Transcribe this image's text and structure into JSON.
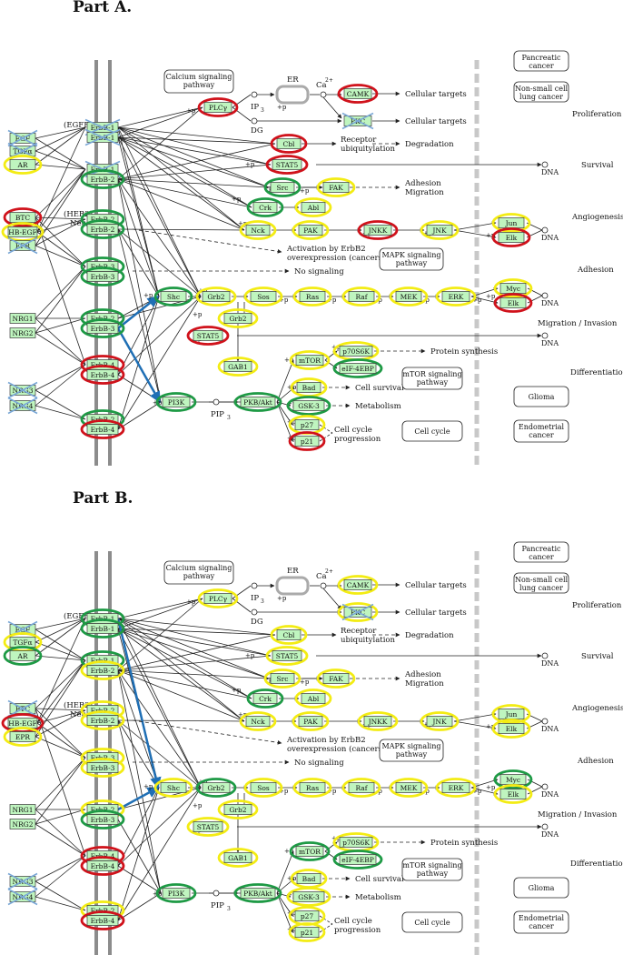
{
  "colors": {
    "node_fill": "#bff5bf",
    "node_stroke": "#3a3a3a",
    "red": "#d0121b",
    "green": "#1e9a45",
    "yellow": "#f3ec14",
    "blue_edge": "#1f6fb5",
    "membrane": "#8c8c8c",
    "dash_bar": "#c8c8c8",
    "cross": "#7aa7d6"
  },
  "parts": [
    {
      "title": "Part A.",
      "rings": {
        "EGF": "none",
        "TGFa": "none",
        "AR": "yellow",
        "BTC": "red",
        "HB-EGF": "yellow",
        "EPR": "none",
        "NRG1": "none",
        "NRG2": "none",
        "NRG3": "none",
        "NRG4": "none",
        "ErbB1a": "none",
        "ErbB1b": "none",
        "ErbB1c": "none",
        "ErbB2a": "green",
        "ErbB2b": "green",
        "ErbB2c": "green",
        "ErbB3a": "green",
        "ErbB3b": "green",
        "ErbB2d": "green",
        "ErbB3c": "green",
        "ErbB4a": "red",
        "ErbB4b": "red",
        "ErbB2e": "green",
        "ErbB4c": "red",
        "PLCg": "red",
        "CAMK": "red",
        "PKC": "none",
        "Cbl": "red",
        "STAT5a": "red",
        "Src": "green",
        "FAK": "yellow",
        "Crk": "green",
        "Abl": "yellow",
        "Nck": "yellow",
        "PAK": "yellow",
        "JNKK": "red",
        "JNK": "yellow",
        "Jun": "yellow",
        "Elk1": "red",
        "Shc": "green",
        "Grb2a": "yellow",
        "Sos": "yellow",
        "Ras": "yellow",
        "Raf": "yellow",
        "MEK": "yellow",
        "ERK": "yellow",
        "Myc": "yellow",
        "Elk2": "red",
        "Grb2b": "yellow",
        "STAT5b": "red",
        "GAB1": "yellow",
        "mTOR": "yellow",
        "p70S6K": "yellow",
        "eIF4EBP": "green",
        "PI3K": "green",
        "PKBAkt": "green",
        "Bad": "yellow",
        "GSK3": "green",
        "p27": "yellow",
        "p21": "red"
      },
      "crossed": [
        "EGF",
        "TGFa",
        "EPR",
        "NRG3",
        "NRG4",
        "ErbB1a",
        "ErbB1b",
        "ErbB1c",
        "PKC"
      ],
      "blue_edges": [
        "ErbB3_Shc",
        "ErbB3_PI3K"
      ]
    },
    {
      "title": "Part B.",
      "rings": {
        "EGF": "none",
        "TGFa": "yellow",
        "AR": "green",
        "BTC": "none",
        "HB-EGF": "red",
        "EPR": "yellow",
        "NRG1": "none",
        "NRG2": "none",
        "NRG3": "none",
        "NRG4": "none",
        "ErbB1a": "green",
        "ErbB1b": "green",
        "ErbB1c": "green",
        "ErbB2a": "yellow",
        "ErbB2b": "yellow",
        "ErbB2c": "yellow",
        "ErbB3a": "yellow",
        "ErbB3b": "yellow",
        "ErbB2d": "yellow",
        "ErbB3c": "green",
        "ErbB4a": "red",
        "ErbB4b": "red",
        "ErbB2e": "yellow",
        "ErbB4c": "red",
        "PLCg": "yellow",
        "CAMK": "yellow",
        "PKC": "yellow",
        "Cbl": "yellow",
        "STAT5a": "yellow",
        "Src": "yellow",
        "FAK": "yellow",
        "Crk": "green",
        "Abl": "yellow",
        "Nck": "yellow",
        "PAK": "yellow",
        "JNKK": "yellow",
        "JNK": "yellow",
        "Jun": "yellow",
        "Elk1": "yellow",
        "Shc": "yellow",
        "Grb2a": "green",
        "Sos": "yellow",
        "Ras": "yellow",
        "Raf": "yellow",
        "MEK": "yellow",
        "ERK": "yellow",
        "Myc": "green",
        "Elk2": "yellow",
        "Grb2b": "yellow",
        "STAT5b": "yellow",
        "GAB1": "yellow",
        "mTOR": "green",
        "p70S6K": "yellow",
        "eIF4EBP": "green",
        "PI3K": "green",
        "PKBAkt": "green",
        "Bad": "yellow",
        "GSK3": "yellow",
        "p27": "yellow",
        "p21": "yellow"
      },
      "crossed": [
        "EGF",
        "BTC",
        "NRG3",
        "NRG4",
        "PKC"
      ],
      "blue_edges": [
        "ErbB1_Shc",
        "ErbB2_Shc"
      ]
    }
  ],
  "nodes": {
    "EGF": "EGF",
    "TGFa": "TGFα",
    "AR": "AR",
    "BTC": "BTC",
    "HB-EGF": "HB-EGF",
    "EPR": "EPR",
    "NRG1": "NRG1",
    "NRG2": "NRG2",
    "NRG3": "NRG3",
    "NRG4": "NRG4",
    "ErbB1a": "ErbB-1",
    "ErbB1b": "ErbB-1",
    "ErbB1c": "ErbB-1",
    "ErbB2a": "ErbB-2",
    "ErbB2b": "ErbB-2",
    "ErbB2c": "ErbB-2",
    "ErbB3a": "ErbB-3",
    "ErbB3b": "ErbB-3",
    "ErbB2d": "ErbB-2",
    "ErbB3c": "ErbB-3",
    "ErbB4a": "ErbB-4",
    "ErbB4b": "ErbB-4",
    "ErbB2e": "ErbB-2",
    "ErbB4c": "ErbB-4",
    "PLCg": "PLCγ",
    "CAMK": "CAMK",
    "PKC": "PKC",
    "Cbl": "Cbl",
    "STAT5a": "STAT5",
    "Src": "Src",
    "FAK": "FAK",
    "Crk": "Crk",
    "Abl": "Abl",
    "Nck": "Nck",
    "PAK": "PAK",
    "JNKK": "JNKK",
    "JNK": "JNK",
    "Jun": "Jun",
    "Elk1": "Elk",
    "Shc": "Shc",
    "Grb2a": "Grb2",
    "Sos": "Sos",
    "Ras": "Ras",
    "Raf": "Raf",
    "MEK": "MEK",
    "ERK": "ERK",
    "Myc": "Myc",
    "Elk2": "Elk",
    "Grb2b": "Grb2",
    "STAT5b": "STAT5",
    "GAB1": "GAB1",
    "mTOR": "mTOR",
    "p70S6K": "p70S6K",
    "eIF4EBP": "eIF-4EBP",
    "PI3K": "PI3K",
    "PKBAkt": "PKB/Akt",
    "Bad": "Bad",
    "GSK3": "GSK-3",
    "p27": "p27",
    "p21": "p21"
  },
  "labels": {
    "egfr": "(EGFR)",
    "her2": "(HER2)",
    "neu": "Neu",
    "er": "ER",
    "ca": "Ca",
    "ca_sup": "2+",
    "ip3": "IP",
    "ip3_sub": "3",
    "dg": "DG",
    "pip3": "PIP",
    "pip3_sub": "3",
    "cellular_targets": "Cellular targets",
    "receptor_ubiq_1": "Receptor",
    "receptor_ubiq_2": "ubiquitylation",
    "degradation": "Degradation",
    "dna": "DNA",
    "adhesion_migration_1": "Adhesion",
    "adhesion_migration_2": "Migration",
    "activation_1": "Activation by ErbB2",
    "activation_2": "overexpression (cancers)",
    "no_signaling": "No signaling",
    "protein_synthesis": "Protein synthesis",
    "cell_survival": "Cell survival",
    "metabolism": "Metabolism",
    "cell_cycle_prog_1": "Cell cycle",
    "cell_cycle_prog_2": "progression",
    "p": "+p",
    "pm": "-p"
  },
  "pathway_boxes": {
    "calcium_1": "Calcium signaling",
    "calcium_2": "pathway",
    "mapk_1": "MAPK signaling",
    "mapk_2": "pathway",
    "mtor_1": "mTOR signaling",
    "mtor_2": "pathway",
    "cell_cycle": "Cell cycle",
    "pancreatic_1": "Pancreatic",
    "pancreatic_2": "cancer",
    "nsclc_1": "Non-small cell",
    "nsclc_2": "lung cancer",
    "glioma": "Glioma",
    "endometrial_1": "Endometrial",
    "endometrial_2": "cancer"
  },
  "outcomes": {
    "proliferation": "Proliferation",
    "survival": "Survival",
    "angiogenesis": "Angiogenesis",
    "adhesion": "Adhesion",
    "migration": "Migration / Invasion",
    "differentiation": "Differentiation"
  }
}
